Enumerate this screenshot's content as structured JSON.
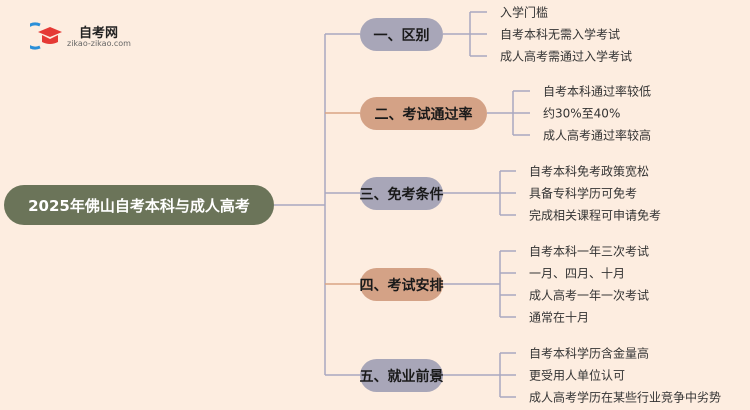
{
  "logo": {
    "title": "自考网",
    "url": "zikao-zikao.com"
  },
  "central": "2025年佛山自考本科与成人高考",
  "branches": [
    {
      "label": "一、区别",
      "leaves": [
        "入学门槛",
        "自考本科无需入学考试",
        "成人高考需通过入学考试"
      ]
    },
    {
      "label": "二、考试通过率",
      "leaves": [
        "自考本科通过率较低",
        "约30%至40%",
        "成人高考通过率较高"
      ]
    },
    {
      "label": "三、免考条件",
      "leaves": [
        "自考本科免考政策宽松",
        "具备专科学历可免考",
        "完成相关课程可申请免考"
      ]
    },
    {
      "label": "四、考试安排",
      "leaves": [
        "自考本科一年三次考试",
        "一月、四月、十月",
        "成人高考一年一次考试",
        "通常在十月"
      ]
    },
    {
      "label": "五、就业前景",
      "leaves": [
        "自考本科学历含金量高",
        "更受用人单位认可",
        "成人高考学历在某些行业竞争中劣势"
      ]
    }
  ],
  "colors": {
    "background": "#fdede0",
    "central": "#6b7459",
    "grey": "#a8a6b8",
    "tan": "#d4a286",
    "line": "#a9a8c0"
  }
}
